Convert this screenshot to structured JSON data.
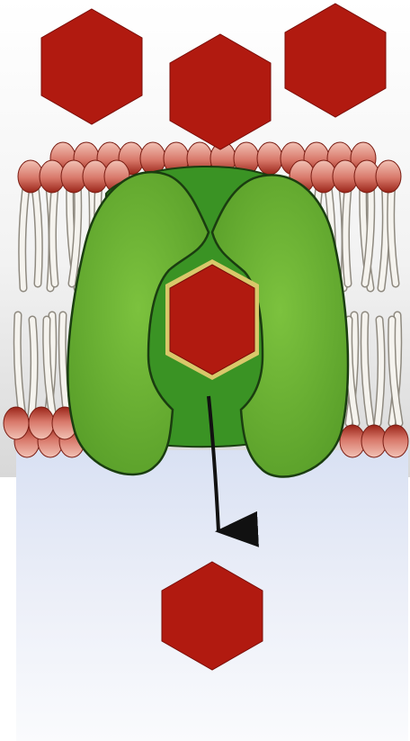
{
  "diagram": {
    "colors": {
      "outside_bg_top": "#f7f7f7",
      "outside_bg_bottom": "#dcdcdc",
      "inside_bg_top": "#dfe6f5",
      "inside_bg_bottom": "#f7f8fc",
      "solute": "#b11a10",
      "solute_outline": "#7a0d08",
      "transporter_light": "#6db234",
      "transporter_dark": "#2f8a1c",
      "transporter_outline": "#1a3d10",
      "lipid_head_top": "#e8a79a",
      "lipid_head_bottom": "#9a2418",
      "lipid_tail": "#f3f1ec",
      "arrow": "#111111",
      "pocket_rim": "#d9c86a"
    },
    "solutes_outside": 3,
    "solute_in_pocket": 1,
    "solutes_inside": 1
  }
}
